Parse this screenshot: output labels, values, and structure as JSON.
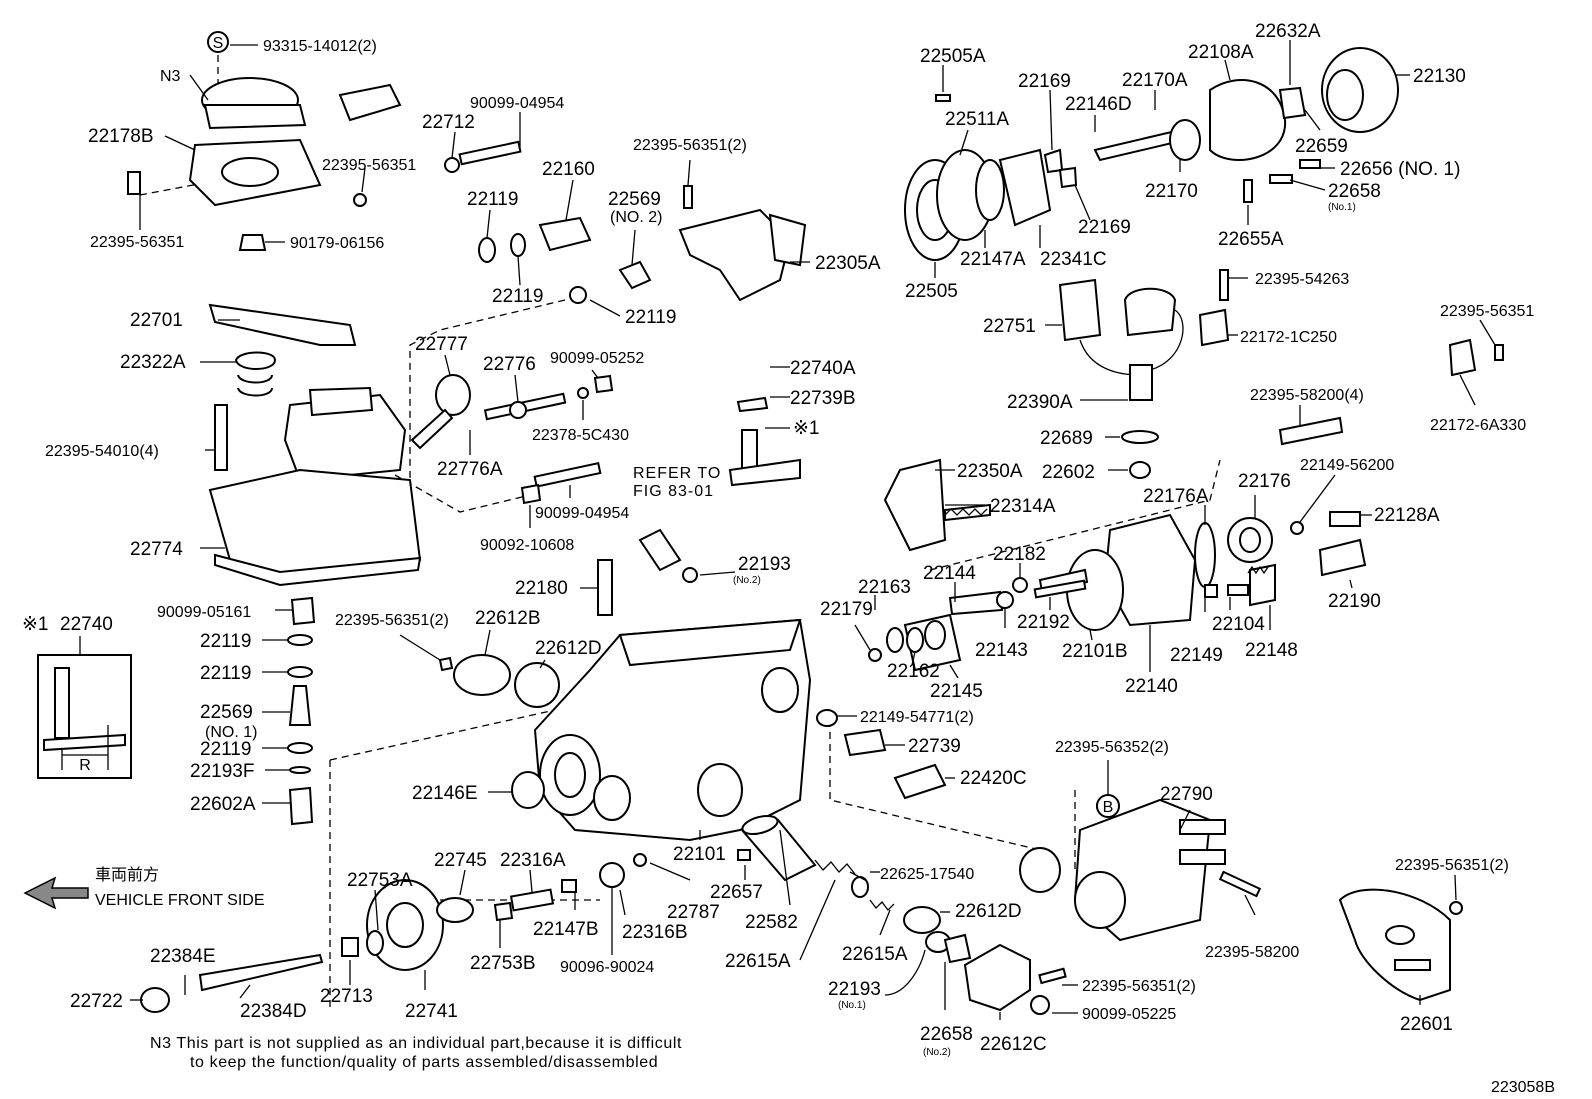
{
  "diagram_id": "223058B",
  "note": {
    "line1": "N3 This part is not supplied as an individual part,because it is difficult",
    "line2": "to keep the function/quality of parts assembled/disassembled"
  },
  "front_arrow": {
    "jp": "車両前方",
    "en": "VEHICLE FRONT SIDE"
  },
  "refer": {
    "line1": "REFER TO",
    "line2": "FIG 83-01"
  },
  "inset": {
    "label": "22740",
    "marker": "※1",
    "dim": "R"
  },
  "symbols": {
    "s": "S",
    "b": "B",
    "asterisk": "※1"
  },
  "parts": [
    {
      "id": "93315-14012(2)"
    },
    {
      "id": "N3"
    },
    {
      "id": "22178B"
    },
    {
      "id": "22395-56351"
    },
    {
      "id": "22395-56351"
    },
    {
      "id": "90179-06156"
    },
    {
      "id": "22712"
    },
    {
      "id": "90099-04954"
    },
    {
      "id": "22160"
    },
    {
      "id": "22119"
    },
    {
      "id": "22119"
    },
    {
      "id": "22119"
    },
    {
      "id": "22569"
    },
    {
      "id": "(NO. 2)"
    },
    {
      "id": "22395-56351(2)"
    },
    {
      "id": "22305A"
    },
    {
      "id": "22505A"
    },
    {
      "id": "22511A"
    },
    {
      "id": "22505"
    },
    {
      "id": "22147A"
    },
    {
      "id": "22341C"
    },
    {
      "id": "22169"
    },
    {
      "id": "22169"
    },
    {
      "id": "22146D"
    },
    {
      "id": "22170A"
    },
    {
      "id": "22170"
    },
    {
      "id": "22108A"
    },
    {
      "id": "22632A"
    },
    {
      "id": "22130"
    },
    {
      "id": "22659"
    },
    {
      "id": "22656 (NO. 1)"
    },
    {
      "id": "22658"
    },
    {
      "id": "(No.1)"
    },
    {
      "id": "22655A"
    },
    {
      "id": "22701"
    },
    {
      "id": "22322A"
    },
    {
      "id": "22395-54010(4)"
    },
    {
      "id": "22774"
    },
    {
      "id": "22777"
    },
    {
      "id": "22776"
    },
    {
      "id": "22776A"
    },
    {
      "id": "90099-05252"
    },
    {
      "id": "22378-5C430"
    },
    {
      "id": "90099-04954"
    },
    {
      "id": "90092-10608"
    },
    {
      "id": "22740A"
    },
    {
      "id": "22739B"
    },
    {
      "id": "22751"
    },
    {
      "id": "22395-54263"
    },
    {
      "id": "22172-1C250"
    },
    {
      "id": "22390A"
    },
    {
      "id": "22689"
    },
    {
      "id": "22602"
    },
    {
      "id": "22395-56351"
    },
    {
      "id": "22172-6A330"
    },
    {
      "id": "22395-58200(4)"
    },
    {
      "id": "22350A"
    },
    {
      "id": "22314A"
    },
    {
      "id": "22176A"
    },
    {
      "id": "22176"
    },
    {
      "id": "22149-56200"
    },
    {
      "id": "22128A"
    },
    {
      "id": "22190"
    },
    {
      "id": "22182"
    },
    {
      "id": "22144"
    },
    {
      "id": "22163"
    },
    {
      "id": "22179"
    },
    {
      "id": "22162"
    },
    {
      "id": "22145"
    },
    {
      "id": "22143"
    },
    {
      "id": "22192"
    },
    {
      "id": "22101B"
    },
    {
      "id": "22140"
    },
    {
      "id": "22149"
    },
    {
      "id": "22104"
    },
    {
      "id": "22148"
    },
    {
      "id": "22193"
    },
    {
      "id": "(No.2)"
    },
    {
      "id": "22180"
    },
    {
      "id": "90099-05161"
    },
    {
      "id": "22119"
    },
    {
      "id": "22119"
    },
    {
      "id": "22569"
    },
    {
      "id": "(NO. 1)"
    },
    {
      "id": "22119"
    },
    {
      "id": "22193F"
    },
    {
      "id": "22602A"
    },
    {
      "id": "22395-56351(2)"
    },
    {
      "id": "22612B"
    },
    {
      "id": "22612D"
    },
    {
      "id": "22149-54771(2)"
    },
    {
      "id": "22739"
    },
    {
      "id": "22420C"
    },
    {
      "id": "22146E"
    },
    {
      "id": "22101"
    },
    {
      "id": "22395-56352(2)"
    },
    {
      "id": "22790"
    },
    {
      "id": "22395-58200"
    },
    {
      "id": "22395-56351(2)"
    },
    {
      "id": "22601"
    },
    {
      "id": "22745"
    },
    {
      "id": "22316A"
    },
    {
      "id": "22753A"
    },
    {
      "id": "22787"
    },
    {
      "id": "22657"
    },
    {
      "id": "22582"
    },
    {
      "id": "22625-17540"
    },
    {
      "id": "22147B"
    },
    {
      "id": "22316B"
    },
    {
      "id": "22753B"
    },
    {
      "id": "90096-90024"
    },
    {
      "id": "22615A"
    },
    {
      "id": "22615A"
    },
    {
      "id": "22612D"
    },
    {
      "id": "22384E"
    },
    {
      "id": "22722"
    },
    {
      "id": "22384D"
    },
    {
      "id": "22713"
    },
    {
      "id": "22741"
    },
    {
      "id": "22193"
    },
    {
      "id": "(No.1)"
    },
    {
      "id": "22658"
    },
    {
      "id": "(No.2)"
    },
    {
      "id": "22612C"
    },
    {
      "id": "22395-56351(2)"
    },
    {
      "id": "90099-05225"
    }
  ]
}
